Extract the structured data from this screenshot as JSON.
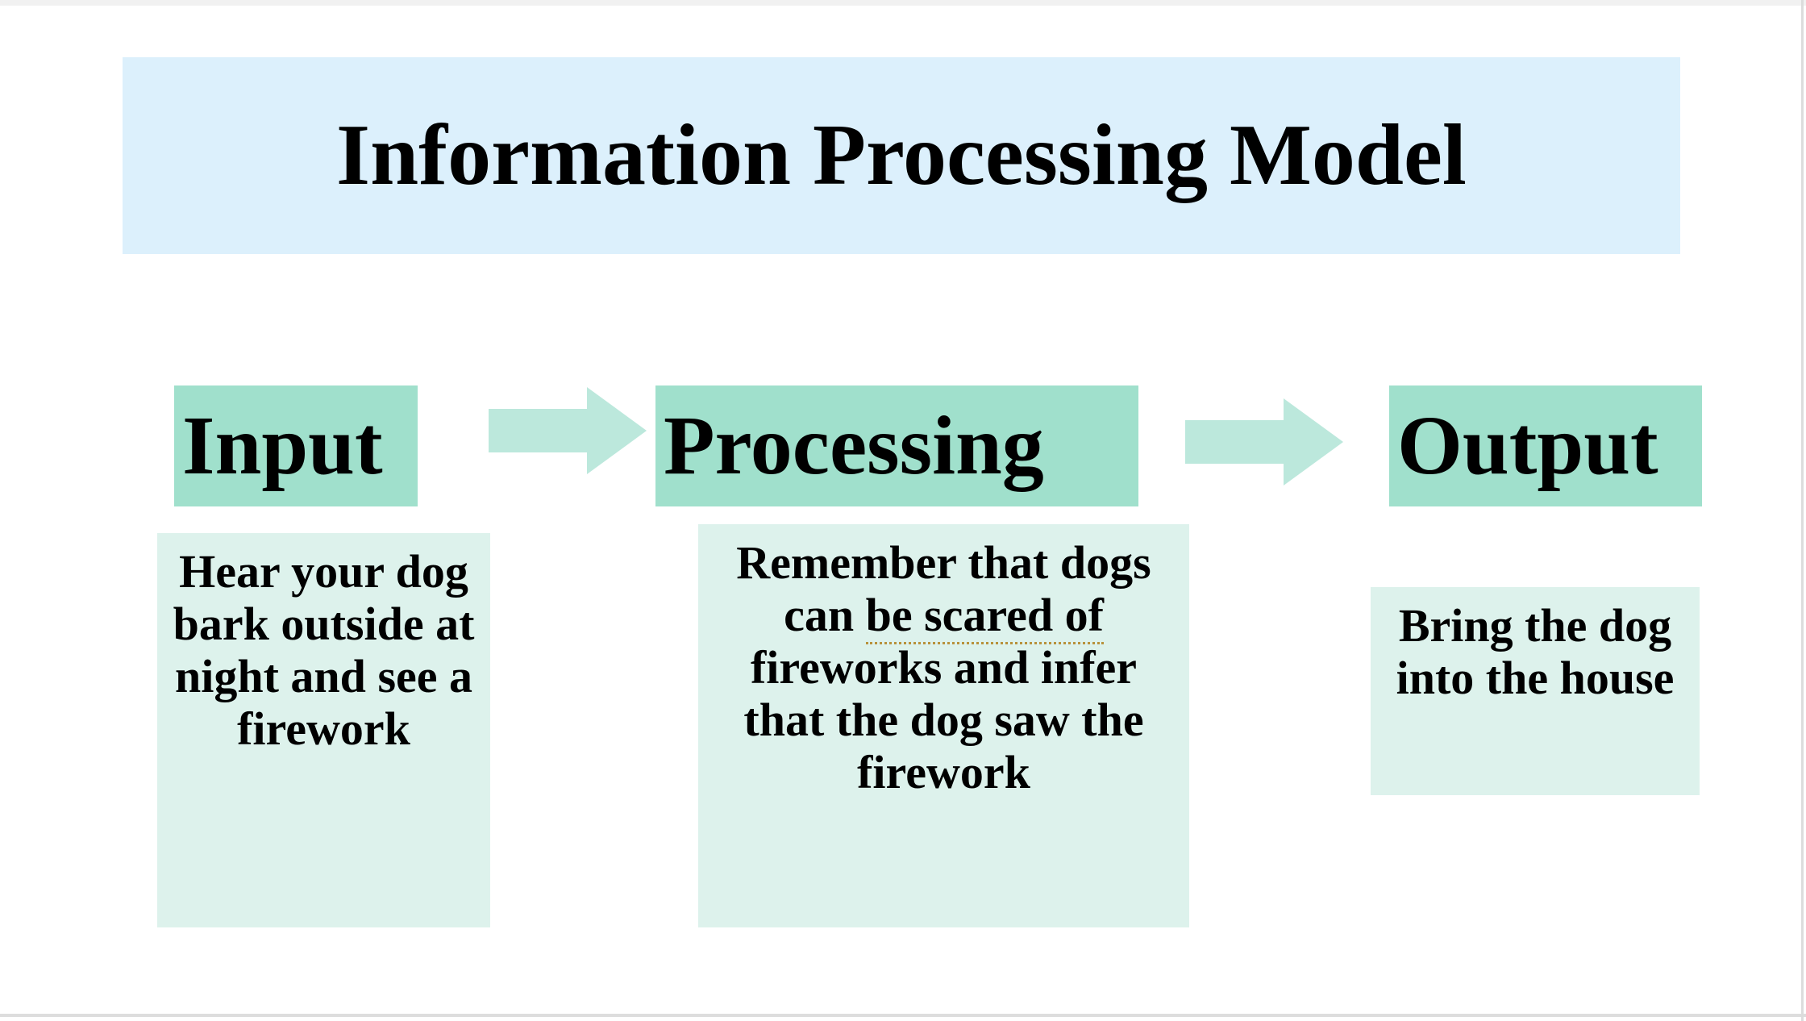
{
  "slide": {
    "title": "Information Processing Model",
    "background_color": "#ffffff"
  },
  "colors": {
    "title_banner_bg": "#dcf0fc",
    "heading_bg": "#a0e0cc",
    "body_bg": "#ddf2ec",
    "arrow_fill": "#bce8dc",
    "text": "#000000",
    "grammar_underline": "#b8923c"
  },
  "stages": [
    {
      "id": "input",
      "heading": "Input",
      "body": "Hear your dog bark outside at night and see a firework"
    },
    {
      "id": "processing",
      "heading": "Processing",
      "body_segments": [
        {
          "text": "Remember that dogs can ",
          "marked": false
        },
        {
          "text": "be scared of",
          "marked": true
        },
        {
          "text": " fireworks and infer that the dog saw the firework",
          "marked": false
        }
      ],
      "body": "Remember that dogs can be scared of fireworks and infer that the dog saw the firework"
    },
    {
      "id": "output",
      "heading": "Output",
      "body": "Bring the dog into the house"
    }
  ],
  "arrows": [
    {
      "id": "input-to-processing",
      "direction": "right"
    },
    {
      "id": "processing-to-output",
      "direction": "right"
    }
  ]
}
